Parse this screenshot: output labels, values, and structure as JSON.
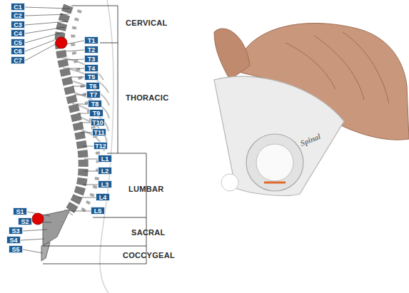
{
  "diagram": {
    "nodes": [
      {
        "text": [
          "C1"
        ]
      },
      {
        "text": [
          "C2"
        ]
      },
      {
        "text": [
          "C3"
        ]
      },
      {
        "text": [
          "C4"
        ]
      },
      {
        "text": [
          "C5"
        ]
      },
      {
        "text": [
          "C6"
        ]
      },
      {
        "text": [
          "C7"
        ]
      },
      {
        "text": [
          "T1"
        ]
      },
      {
        "text": [
          "T2"
        ]
      },
      {
        "text": [
          "T3"
        ]
      },
      {
        "text": [
          "T4"
        ]
      },
      {
        "text": [
          "T5"
        ]
      },
      {
        "text": [
          "T6"
        ]
      },
      {
        "text": [
          "T7"
        ]
      },
      {
        "text": [
          "T8"
        ]
      },
      {
        "text": [
          "T9"
        ]
      },
      {
        "text": [
          "T10"
        ]
      },
      {
        "text": [
          "T11"
        ]
      },
      {
        "text": [
          "T12"
        ]
      },
      {
        "text": [
          "L1"
        ]
      },
      {
        "text": [
          "L2"
        ]
      },
      {
        "text": [
          "L3"
        ]
      },
      {
        "text": [
          "L4"
        ]
      },
      {
        "text": [
          "L5"
        ]
      },
      {
        "text": [
          "S1"
        ]
      },
      {
        "text": [
          "S2"
        ]
      },
      {
        "text": [
          "S3"
        ]
      },
      {
        "text": [
          "S4"
        ]
      },
      {
        "text": [
          "S5"
        ]
      }
    ],
    "labels": [
      "CERVICAL",
      "THORACIC",
      "LUMBAR",
      "SACRAL",
      "COCCYGEAL",
      "Spinal"
    ]
  }
}
